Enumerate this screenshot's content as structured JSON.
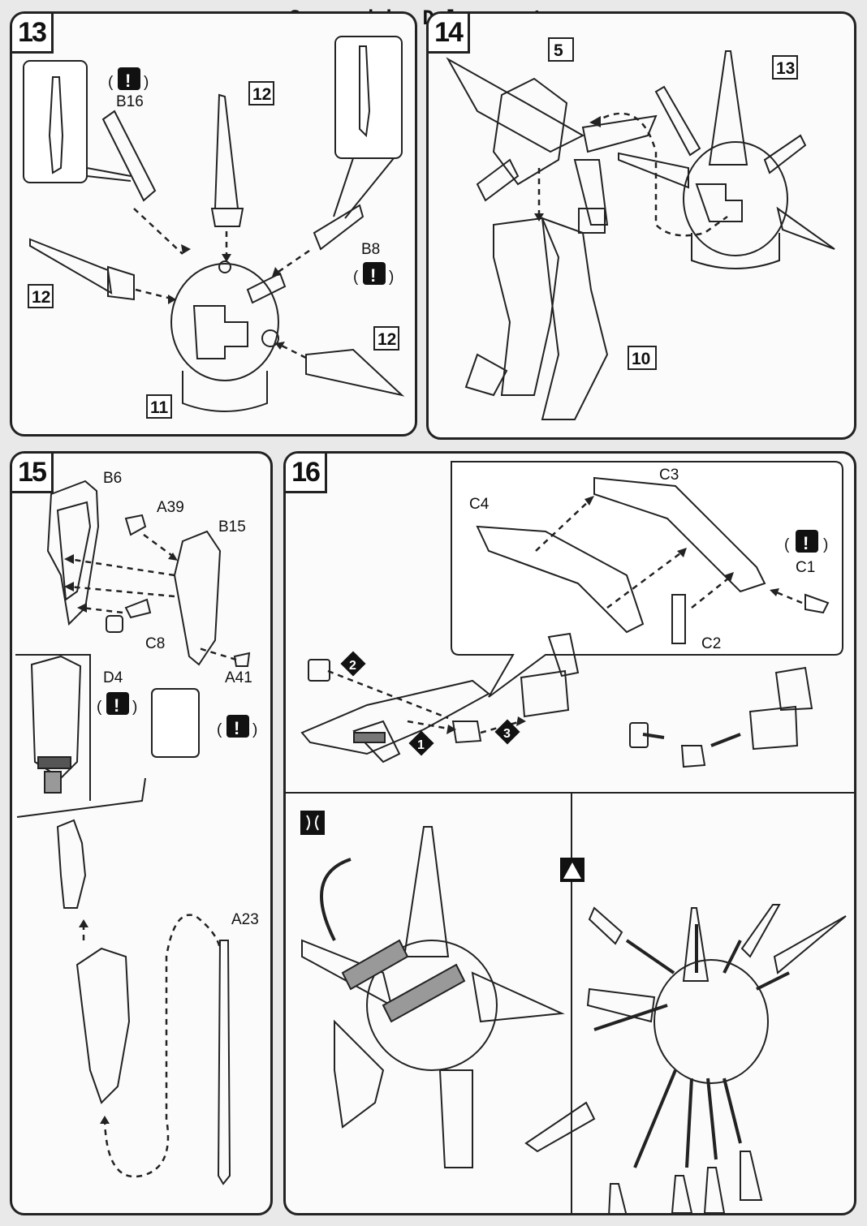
{
  "watermark": "Scanned by Dalong.net",
  "steps": [
    {
      "number": "13",
      "part_refs": [
        "12",
        "12",
        "12",
        "11"
      ],
      "labels": [
        "B16",
        "B8"
      ]
    },
    {
      "number": "14",
      "part_refs": [
        "5",
        "13",
        "10"
      ]
    },
    {
      "number": "15",
      "labels": [
        "B6",
        "A39",
        "B15",
        "C8",
        "D4",
        "A41",
        "A23"
      ]
    },
    {
      "number": "16",
      "labels": [
        "C3",
        "C4",
        "C1",
        "C2"
      ],
      "sequence": [
        "1",
        "2",
        "3"
      ]
    }
  ],
  "icons": {
    "caution": "caution-icon",
    "sticker": "sticker-icon",
    "hinge": "hinge-icon",
    "removal": "removal-icon"
  },
  "colors": {
    "line": "#222222",
    "paper": "#fbfbfb",
    "background": "#e9e9e9"
  }
}
